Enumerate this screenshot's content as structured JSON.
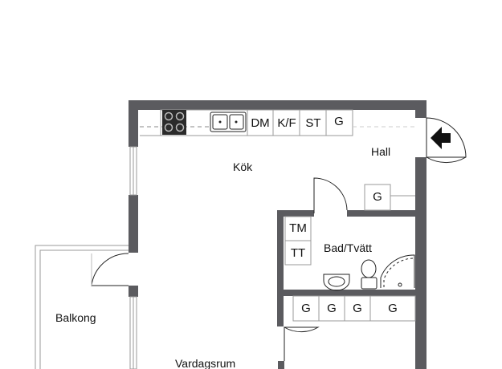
{
  "rooms": {
    "kitchen": "Kök",
    "hall": "Hall",
    "bathroom": "Bad/Tvätt",
    "balcony": "Balkong",
    "living_room": "Vardagsrum"
  },
  "fixtures": {
    "dishwasher": "DM",
    "fridge_freezer": "K/F",
    "kitchen_cabinet": "ST",
    "kitchen_wardrobe": "G",
    "hall_wardrobe": "G",
    "dryer": "TM",
    "drying_cabinet": "TT",
    "wardrobes": [
      "G",
      "G",
      "G",
      "G"
    ]
  },
  "icons": {
    "entrance": "entrance-arrow-icon",
    "stove": "stove-icon",
    "sink": "kitchen-sink-icon",
    "washbasin": "washbasin-icon",
    "toilet": "toilet-icon",
    "shower": "shower-icon"
  }
}
